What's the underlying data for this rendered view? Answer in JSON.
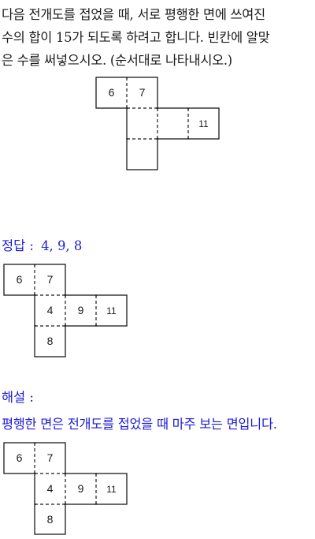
{
  "question": {
    "lines": [
      "다음 전개도를 접었을 때, 서로 평행한 면에 쓰여진",
      "수의 합이 15가 되도록 하려고 합니다. 빈칸에 알맞",
      "은 수를 써넣으시오. (순서대로 나타내시오.)"
    ]
  },
  "question_net": {
    "top_left": "6",
    "top_right": "7",
    "middle_left": "",
    "middle_center": "",
    "middle_right": "11",
    "bottom": ""
  },
  "answer": {
    "label": "정답 :",
    "value": "4,  9,  8"
  },
  "answer_net": {
    "top_left": "6",
    "top_right": "7",
    "middle_left": "4",
    "middle_center": "9",
    "middle_right": "11",
    "bottom": "8"
  },
  "explanation": {
    "label": "해설 :",
    "text": "평행한 면은 전개도를 접었을 때 마주 보는 면입니다."
  },
  "explanation_net": {
    "top_left": "6",
    "top_right": "7",
    "middle_left": "4",
    "middle_center": "9",
    "middle_right": "11",
    "bottom": "8"
  },
  "colors": {
    "text": "#1a1a1a",
    "accent_blue": "#1c1cd9"
  }
}
